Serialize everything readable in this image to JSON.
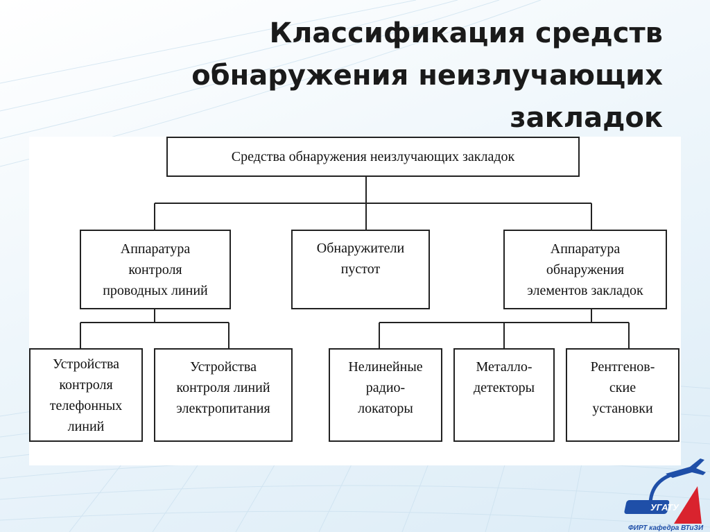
{
  "title": {
    "line1": "Классификация средств",
    "line2": "обнаружения неизлучающих",
    "line3": "закладок"
  },
  "diagram": {
    "root": "Средства обнаружения неизлучающих закладок",
    "level1": {
      "wired": "Аппаратура\nконтроля\nпроводных линий",
      "voids": "Обнаружители\nпустот",
      "elements": "Аппаратура\nобнаружения\nэлементов закладок"
    },
    "level2": {
      "phone": "Устройства\nконтроля\nтелефонных\nлиний",
      "power": "Устройства\nконтроля линий\nэлектропитания",
      "nlj": "Нелинейные\nрадио-\nлокаторы",
      "metal": "Металло-\nдетекторы",
      "xray": "Рентгенов-\nские\nустановки"
    }
  },
  "logo": {
    "brand": "УГАТУ",
    "caption": "ФИРТ кафедра ВТиЗИ",
    "colors": {
      "blue": "#1f4fa8",
      "red": "#d9232e"
    }
  }
}
